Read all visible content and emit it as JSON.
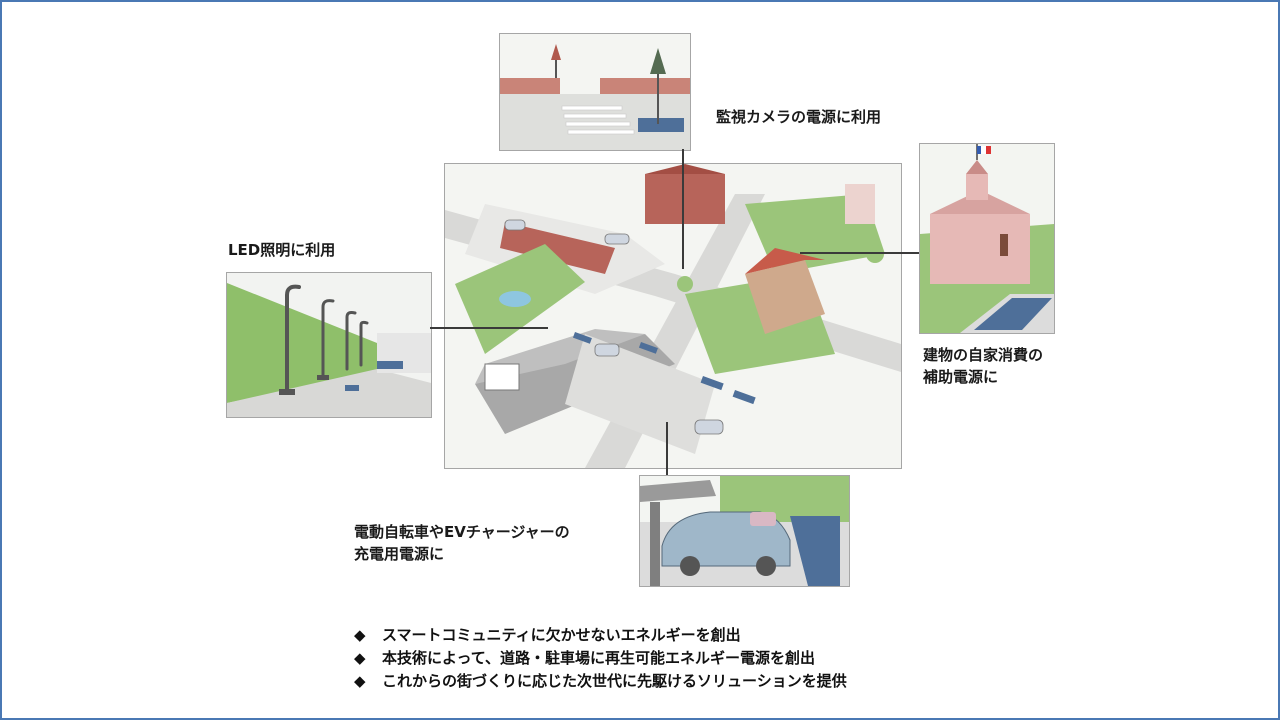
{
  "labels": {
    "camera": "監視カメラの電源に利用",
    "led": "LED照明に利用",
    "building_line1": "建物の自家消費の",
    "building_line2": "補助電源に",
    "ev_line1": "電動自転車やEVチャージャーの",
    "ev_line2": "充電用電源に"
  },
  "bullets": {
    "marker": "◆",
    "items": [
      "スマートコミュニティに欠かせないエネルギーを創出",
      "本技術によって、道路・駐車場に再生可能エネルギー電源を創出",
      "これからの街づくりに応じた次世代に先駆けるソリューションを提供"
    ]
  },
  "colors": {
    "frame_border": "#4a78b4",
    "grass": "#9bc57a",
    "road": "#dcdcdc",
    "brick": "#b7645a",
    "solar_panel": "#4e6f99"
  }
}
